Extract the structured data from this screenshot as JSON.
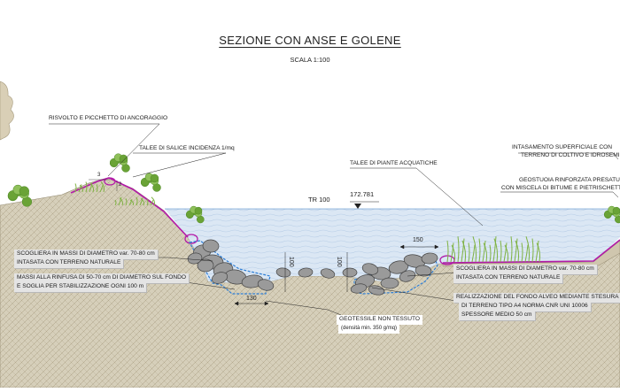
{
  "title": "SEZIONE CON ANSE E GOLENE",
  "scale": "SCALA 1:100",
  "water": {
    "label": "TR 100",
    "elevation": "172.781"
  },
  "labels": {
    "risvolto": "RISVOLTO E PICCHETTO DI ANCORAGGIO",
    "talee_salice": "TALEE DI SALICE INCIDENZA 1/mq",
    "talee_piante": "TALEE DI PIANTE ACQUATICHE",
    "intasamento_1": "INTASAMENTO SUPERFICIALE CON",
    "intasamento_2": "TERRENO DI COLTIVO E IDROSEMINA",
    "geostuoia_1": "GEOSTUOIA RINFORZATA PRESATURATA",
    "geostuoia_2": "CON MISCELA DI BITUME E  PIETRISCHETTO",
    "scogliera_left_1": "SCOGLIERA IN MASSI DI DIAMETRO var. 70-80 cm",
    "scogliera_left_2": "INTASATA CON TERRENO NATURALE",
    "massi_1": "MASSI ALLA RINFUSA DI 50-70 cm DI DIAMETRO SUL FONDO",
    "massi_2": "E SOGLIA PER STABILIZZAZIONE OGNI 100 m",
    "geotessile_1": "GEOTESSILE NON TESSUTO",
    "geotessile_2": "(densità min. 350 g/mq)",
    "scogliera_right_1": "SCOGLIERA IN MASSI DI DIAMETRO var. 70-80 cm",
    "scogliera_right_2": "INTASATA CON TERRENO NATURALE",
    "fondo_1": "REALIZZAZIONE DEL FONDO ALVEO MEDIANTE STESURA",
    "fondo_2": "DI TERRENO TIPO A4 NORMA CNR UNI 10006",
    "fondo_3": "SPESSORE MEDIO 50 cm"
  },
  "dimensions": {
    "golena_width": "150",
    "toe_width": "130",
    "depth_left": "100",
    "depth_right": "100",
    "slope_h": "3",
    "slope_v": "2"
  },
  "colors": {
    "ground_fill": "#cfc6ae",
    "water_fill": "#dde9f6",
    "geotextile": "#2f7fd6",
    "membrane": "#b31aa8",
    "vegetation": "#4f8a26"
  }
}
